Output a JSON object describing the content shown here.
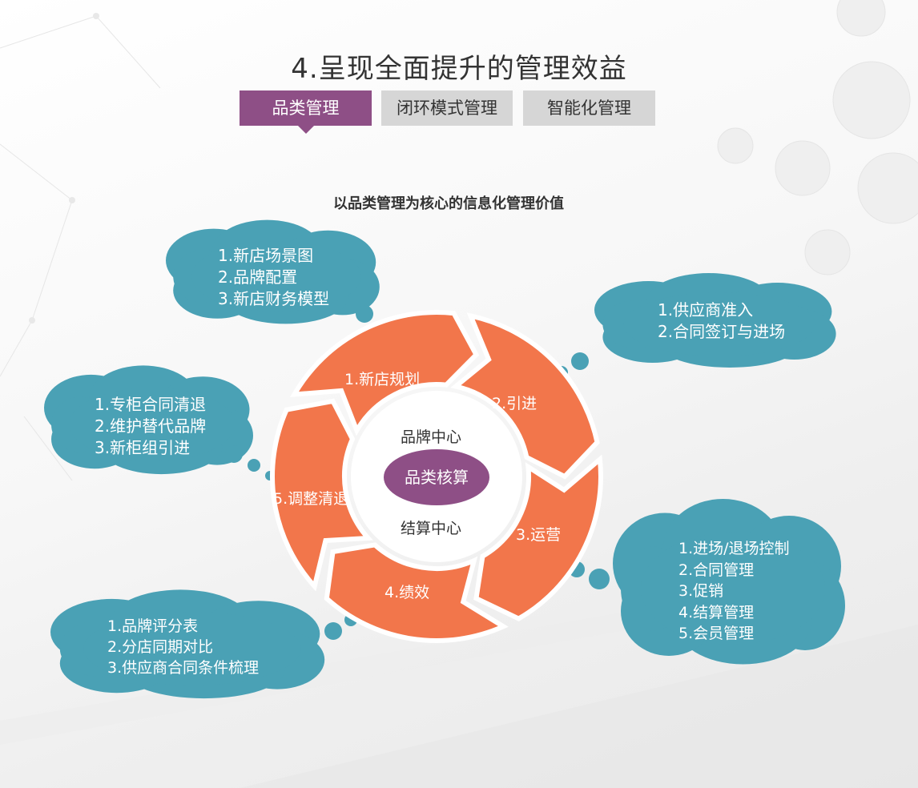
{
  "header": {
    "title": "4.呈现全面提升的管理效益",
    "tabs": [
      {
        "label": "品类管理",
        "active": true
      },
      {
        "label": "闭环模式管理",
        "active": false
      },
      {
        "label": "智能化管理",
        "active": false
      }
    ]
  },
  "diagram": {
    "subtitle": "以品类管理为核心的信息化管理价值",
    "center": {
      "top": "品牌中心",
      "core": "品类核算",
      "bottom": "结算中心"
    },
    "segments": [
      "1.新店规划",
      "2.引进",
      "3.运营",
      "4.绩效",
      "5.调整清退"
    ],
    "clouds": [
      {
        "items": [
          "1.新店场景图",
          "2.品牌配置",
          "3.新店财务模型"
        ]
      },
      {
        "items": [
          "1.供应商准入",
          "2.合同签订与进场"
        ]
      },
      {
        "items": [
          "1.进场/退场控制",
          "2.合同管理",
          "3.促销",
          "4.结算管理",
          "5.会员管理"
        ]
      },
      {
        "items": [
          "1.品牌评分表",
          "2.分店同期对比",
          "3.供应商合同条件梳理"
        ]
      },
      {
        "items": [
          "1.专柜合同清退",
          "2.维护替代品牌",
          "3.新柜组引进"
        ]
      }
    ]
  },
  "colors": {
    "accent": "#8e4f86",
    "tab_inactive": "#d6d6d6",
    "ring": "#f2764b",
    "cloud": "#4aa1b5",
    "text": "#333333"
  }
}
